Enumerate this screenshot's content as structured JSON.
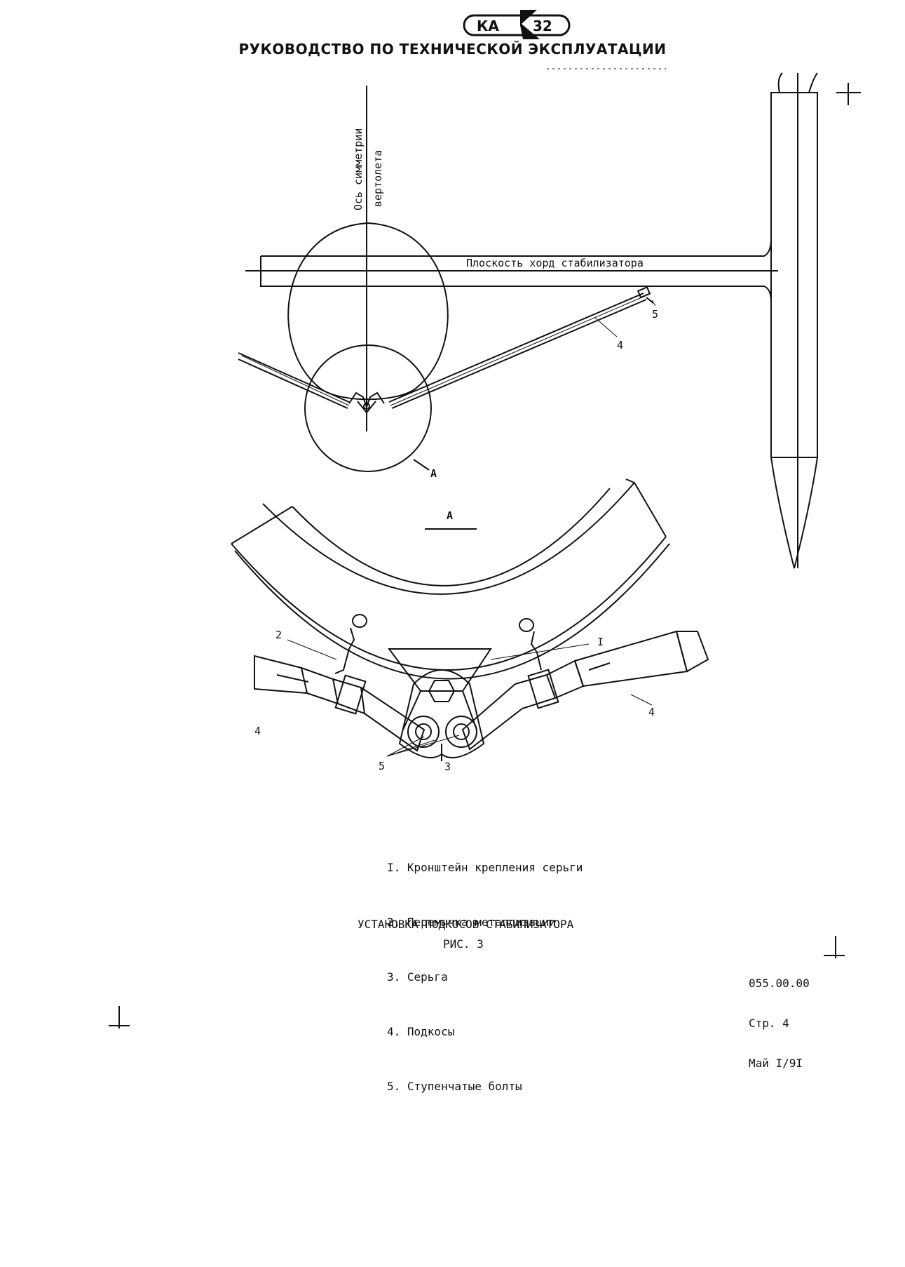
{
  "logo": {
    "left": "КА",
    "right": "32"
  },
  "header": {
    "title": "РУКОВОДСТВО ПО ТЕХНИЧЕСКОЙ ЭКСПЛУАТАЦИИ"
  },
  "drawing": {
    "axis_label_1": "Ось симметрии",
    "axis_label_2": "вертолета",
    "chord_plane_label": "Плоскость хорд стабилизатора",
    "view_marker": "А",
    "view_title": "А",
    "callouts": {
      "c1": "I",
      "c2": "2",
      "c3": "3",
      "c4_top": "4",
      "c4_left": "4",
      "c4_right": "4",
      "c5_top": "5",
      "c5_bottom": "5"
    }
  },
  "legend": {
    "items": [
      "I. Кронштейн крепления серьги",
      "2. Перемычка металлизации",
      "3. Серьга",
      "4. Подкосы",
      "5. Ступенчатые болты"
    ]
  },
  "caption": {
    "title": "УСТАНОВКА ПОДКОСОВ СТАБИЛИЗАТОРА",
    "figure": "РИС. 3"
  },
  "doc_info": {
    "code": "055.00.00",
    "page": "Стр. 4",
    "date": "Май I/9I"
  }
}
